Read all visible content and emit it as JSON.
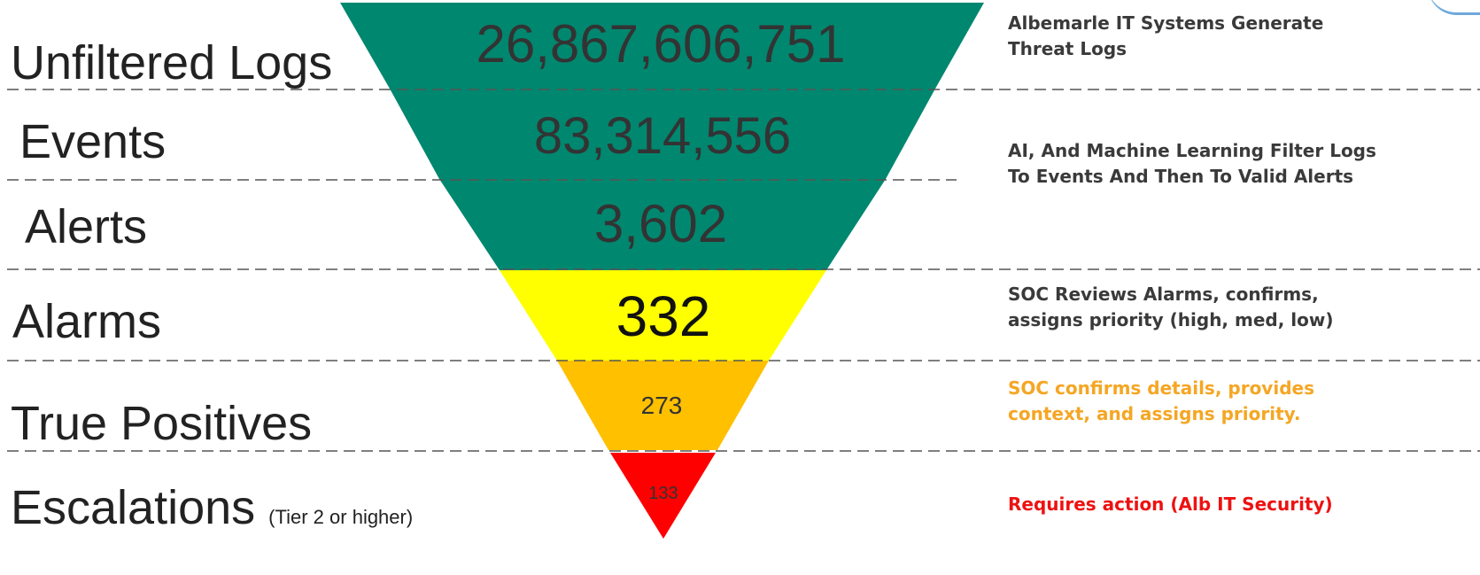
{
  "stages": [
    {
      "label": "Unfiltered Logs",
      "value": "26,867,606,751",
      "color": "#00876f"
    },
    {
      "label": "Events",
      "value": "83,314,556",
      "color": "#00876f"
    },
    {
      "label": "Alerts",
      "value": "3,602",
      "color": "#00876f"
    },
    {
      "label": "Alarms",
      "value": "332",
      "color": "#ffff00"
    },
    {
      "label": "True Positives",
      "sublabel": "",
      "value": "273",
      "color": "#ffc000"
    },
    {
      "label": "Escalations",
      "sublabel": "(Tier 2 or higher)",
      "value": "133",
      "color": "#ff0000"
    }
  ],
  "descriptions": [
    {
      "text": "Albemarle IT Systems Generate Threat Logs",
      "color": "#3a3a3a"
    },
    {
      "text": "AI, And Machine Learning Filter Logs To Events And Then To Valid Alerts",
      "color": "#3a3a3a"
    },
    {
      "text": "SOC Reviews Alarms, confirms, assigns priority (high, med, low)",
      "color": "#3a3a3a"
    },
    {
      "text": "SOC confirms details, provides context, and assigns priority.",
      "color": "#f5a623"
    },
    {
      "text": "Requires action (Alb IT Security)",
      "color": "#ee1111"
    }
  ],
  "logo_icon": "circular-logo-fragment"
}
